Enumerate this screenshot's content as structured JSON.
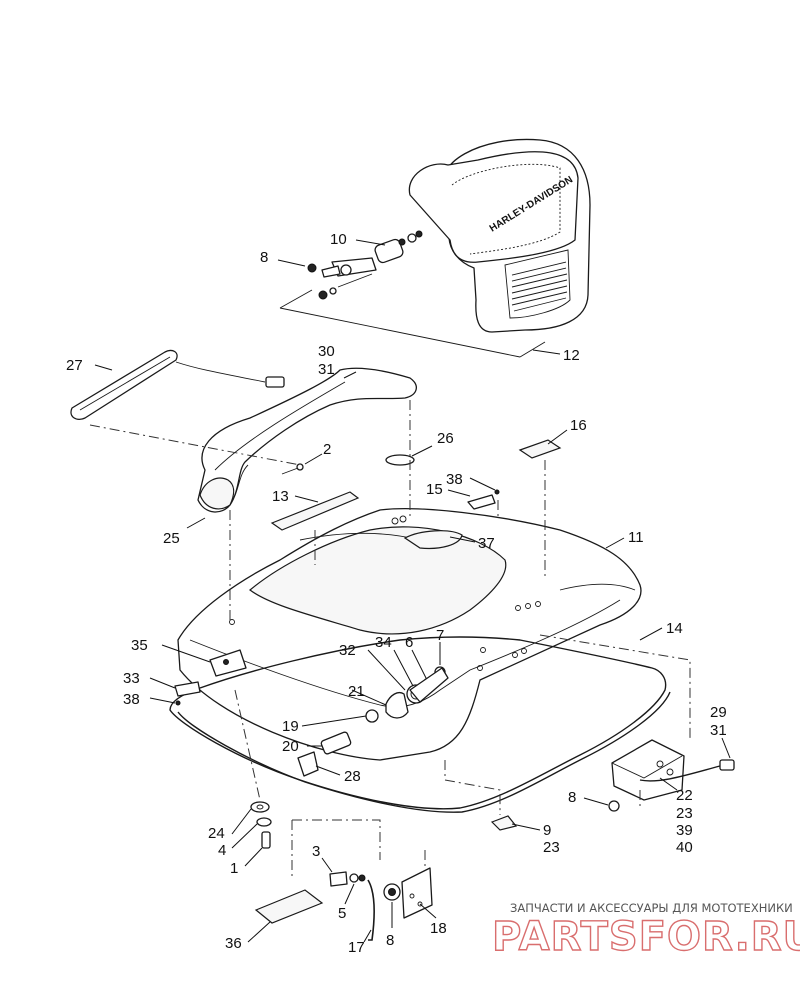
{
  "diagram": {
    "callouts": {
      "c1": "1",
      "c2": "2",
      "c3": "3",
      "c4": "4",
      "c5": "5",
      "c6": "6",
      "c7": "7",
      "c8a": "8",
      "c8b": "8",
      "c8c": "8",
      "c9": "9",
      "c10": "10",
      "c11": "11",
      "c12": "12",
      "c13": "13",
      "c14": "14",
      "c15": "15",
      "c16": "16",
      "c17": "17",
      "c18": "18",
      "c19": "19",
      "c20": "20",
      "c21": "21",
      "c22": "22",
      "c23a": "23",
      "c23b": "23",
      "c24": "24",
      "c25": "25",
      "c26": "26",
      "c27": "27",
      "c28": "28",
      "c29": "29",
      "c30": "30",
      "c31a": "31",
      "c31b": "31",
      "c32": "32",
      "c33": "33",
      "c34": "34",
      "c35": "35",
      "c36": "36",
      "c37": "37",
      "c38a": "38",
      "c38b": "38",
      "c39": "39",
      "c40": "40"
    },
    "backrest_brand": "HARLEY-DAVIDSON"
  },
  "watermark": {
    "tagline": "ЗАПЧАСТИ И АКСЕССУАРЫ ДЛЯ МОТОТЕХНИКИ",
    "logo": "PARTSFOR.RU",
    "logo_color": "#d96e6e"
  },
  "colors": {
    "line": "#1a1a1a",
    "background": "#ffffff"
  }
}
